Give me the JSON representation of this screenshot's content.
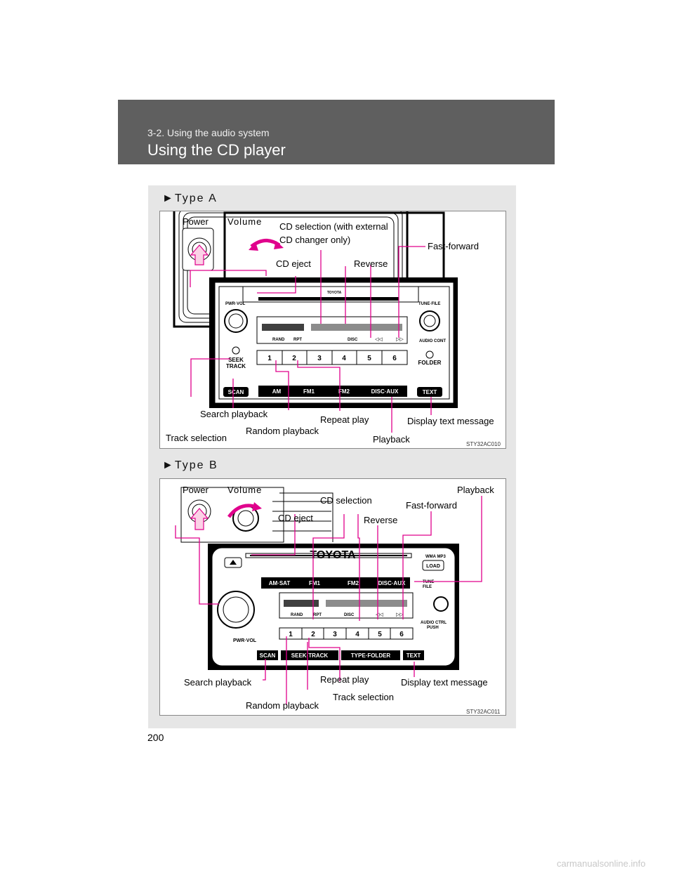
{
  "header": {
    "section": "3-2. Using the audio system",
    "title": "Using the CD player"
  },
  "type_a": {
    "heading": "►Type A",
    "callouts": {
      "power": "Power",
      "volume": "Volume",
      "cd_selection_1": "CD selection (with external",
      "cd_selection_2": "CD changer only)",
      "fast_forward": "Fast-forward",
      "cd_eject": "CD eject",
      "reverse": "Reverse",
      "search_playback": "Search playback",
      "repeat_play": "Repeat play",
      "display_text": "Display text message",
      "track_selection": "Track selection",
      "random_playback": "Random playback",
      "playback": "Playback"
    },
    "code": "STY32AC010",
    "unit": {
      "brand": "TOYOTA",
      "pwr_vol": "PWR·VOL",
      "tune_file": "TUNE·FILE",
      "audio_cont": "AUDIO CONT",
      "seek_track_1": "SEEK",
      "seek_track_2": "TRACK",
      "folder": "FOLDER",
      "presets": [
        "1",
        "2",
        "3",
        "4",
        "5",
        "6"
      ],
      "rand": "RAND",
      "rpt": "RPT",
      "disc": "DISC",
      "scan": "SCAN",
      "am": "AM",
      "fm1": "FM1",
      "fm2": "FM2",
      "disc_aux": "DISC·AUX",
      "text": "TEXT"
    }
  },
  "type_b": {
    "heading": "►Type B",
    "callouts": {
      "power": "Power",
      "volume": "Volume",
      "cd_selection": "CD selection",
      "playback": "Playback",
      "fast_forward": "Fast-forward",
      "cd_eject": "CD eject",
      "reverse": "Reverse",
      "search_playback": "Search playback",
      "repeat_play": "Repeat play",
      "display_text": "Display text message",
      "track_selection": "Track selection",
      "random_playback": "Random playback"
    },
    "code": "STY32AC011",
    "unit": {
      "brand": "TOYOTA",
      "wma_mp3": "WMA MP3",
      "load": "LOAD",
      "am_sat": "AM·SAT",
      "fm1": "FM1",
      "fm2": "FM2",
      "disc_aux": "DISC·AUX",
      "tune_file_1": "TUNE·",
      "tune_file_2": "FILE",
      "audio_ctrl_1": "AUDIO  CTRL",
      "audio_ctrl_2": "PUSH",
      "pwr_vol": "PWR·VOL",
      "presets": [
        "1",
        "2",
        "3",
        "4",
        "5",
        "6"
      ],
      "rand": "RAND",
      "rpt": "RPT",
      "disc": "DISC",
      "scan": "SCAN",
      "seek_track": "SEEK·TRACK",
      "type_folder": "TYPE·FOLDER",
      "text": "TEXT"
    }
  },
  "page_number": "200",
  "footer": "carmanualsonline.info",
  "colors": {
    "header_bg": "#5f5f5f",
    "panel_bg": "#e6e6e6",
    "callout_line": "#e0008c"
  }
}
